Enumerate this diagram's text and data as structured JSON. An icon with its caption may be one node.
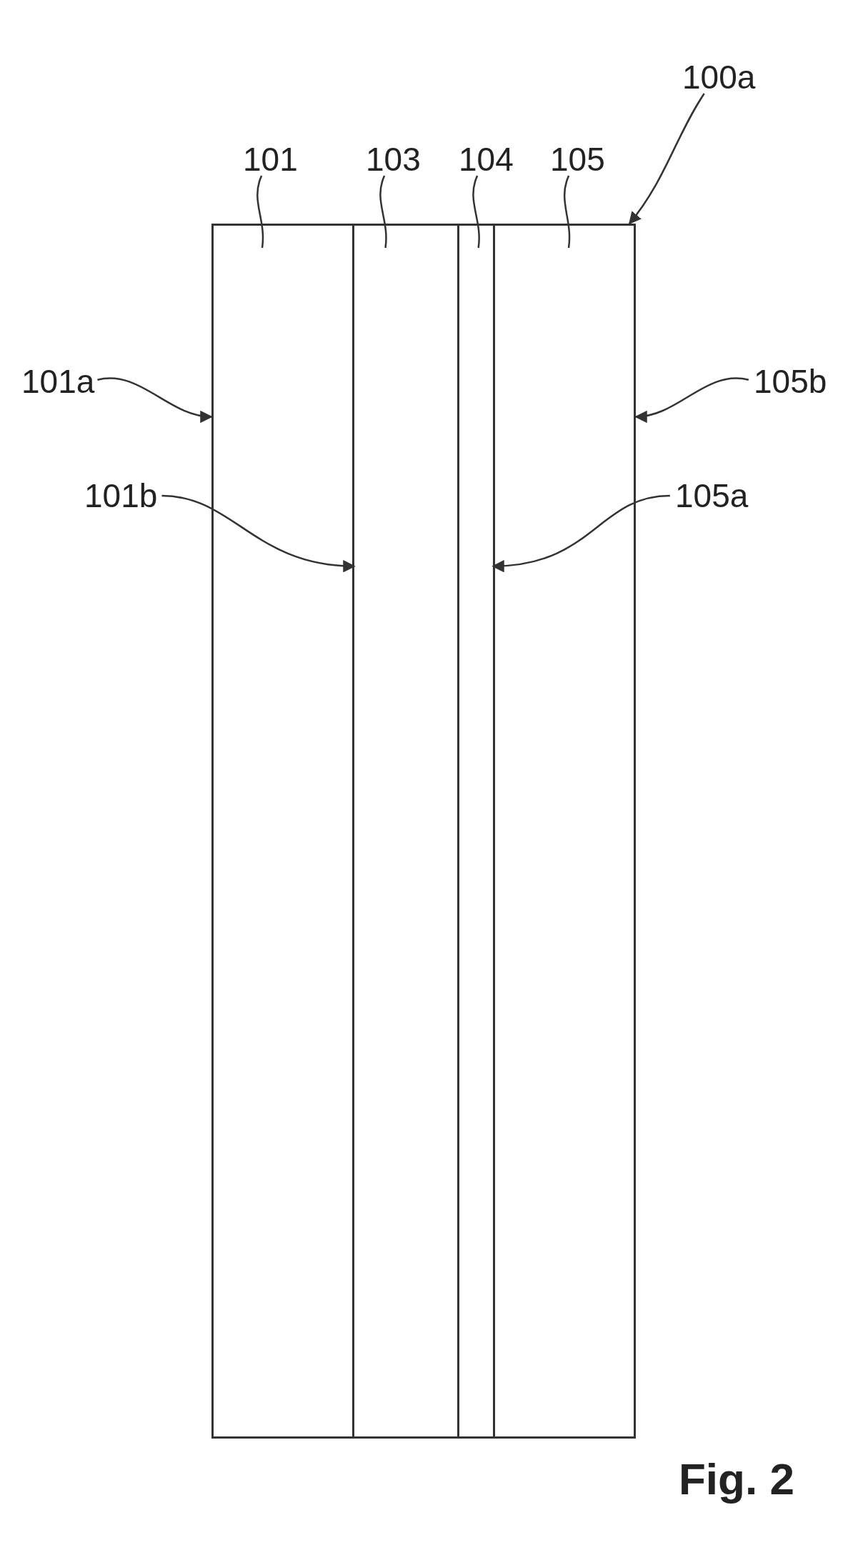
{
  "diagram": {
    "caption": "Fig. 2",
    "nodes": [
      {
        "text": [
          "100a"
        ]
      },
      {
        "text": [
          "101"
        ]
      },
      {
        "text": [
          "103"
        ]
      },
      {
        "text": [
          "104"
        ]
      },
      {
        "text": [
          "105"
        ]
      },
      {
        "text": [],
        "shape": "box"
      },
      {
        "text": [],
        "shape": "box",
        "in": 5
      },
      {
        "text": [],
        "shape": "box",
        "in": 5
      },
      {
        "text": [],
        "shape": "box",
        "in": 5
      },
      {
        "text": [],
        "shape": "box",
        "in": 5
      },
      {
        "text": [
          "101a"
        ]
      },
      {
        "text": [
          "105b"
        ]
      },
      {
        "text": [
          "101b"
        ]
      },
      {
        "text": [
          "105a"
        ]
      }
    ],
    "edges": [
      {
        "from": 0,
        "to": 5,
        "arrow": "to"
      },
      {
        "from": 1,
        "to": 6,
        "arrow": "none"
      },
      {
        "from": 2,
        "to": 7,
        "arrow": "none"
      },
      {
        "from": 3,
        "to": 8,
        "arrow": "none"
      },
      {
        "from": 4,
        "to": 9,
        "arrow": "none"
      },
      {
        "from": 10,
        "to": 6,
        "arrow": "to"
      },
      {
        "from": 11,
        "to": 9,
        "arrow": "to"
      },
      {
        "from": 12,
        "to": 6,
        "arrow": "to"
      },
      {
        "from": 13,
        "to": 9,
        "arrow": "to"
      }
    ]
  }
}
